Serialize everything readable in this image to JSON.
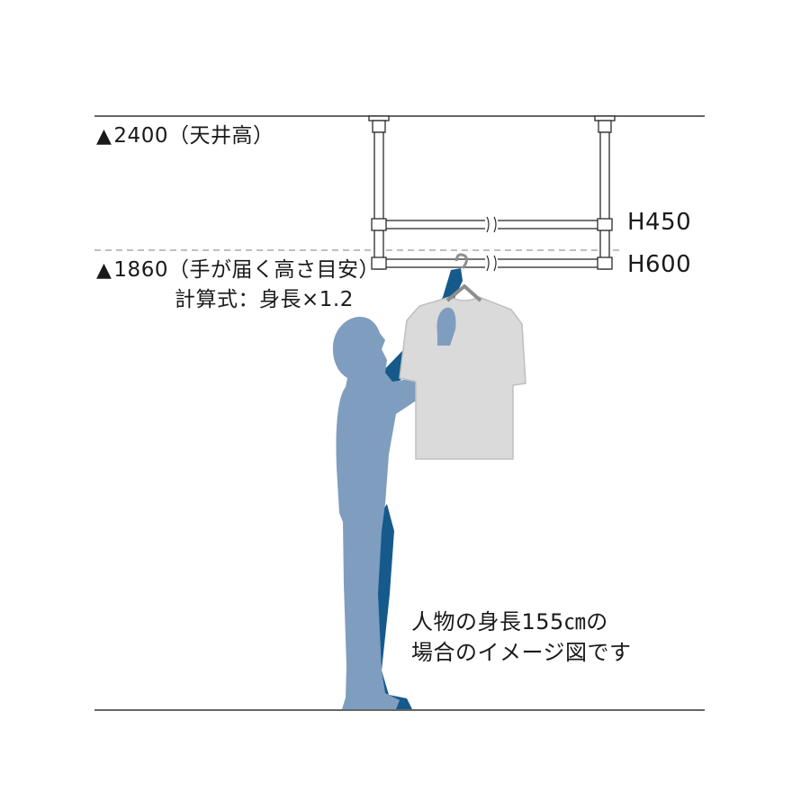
{
  "levels": {
    "ceiling": {
      "marker": "▲",
      "value": "2400",
      "note": "（天井高）"
    },
    "reach": {
      "marker": "▲",
      "value": "1860",
      "note": "（手が届く高さ目安）",
      "formula": "計算式：身長×1.2"
    }
  },
  "rail_heights": {
    "upper": "H450",
    "lower": "H600"
  },
  "caption": {
    "line1": "人物の身長155㎝の",
    "line2": "場合のイメージ図です"
  },
  "colors": {
    "line": "#333333",
    "dashed": "#999999",
    "pipe_stroke": "#2b2b2b",
    "person_light": "#7f9dbf",
    "person_dark": "#165a8c",
    "shirt": "#dadada",
    "shirt_stroke": "#bfbfbf",
    "hanger": "#8e8e8e"
  }
}
